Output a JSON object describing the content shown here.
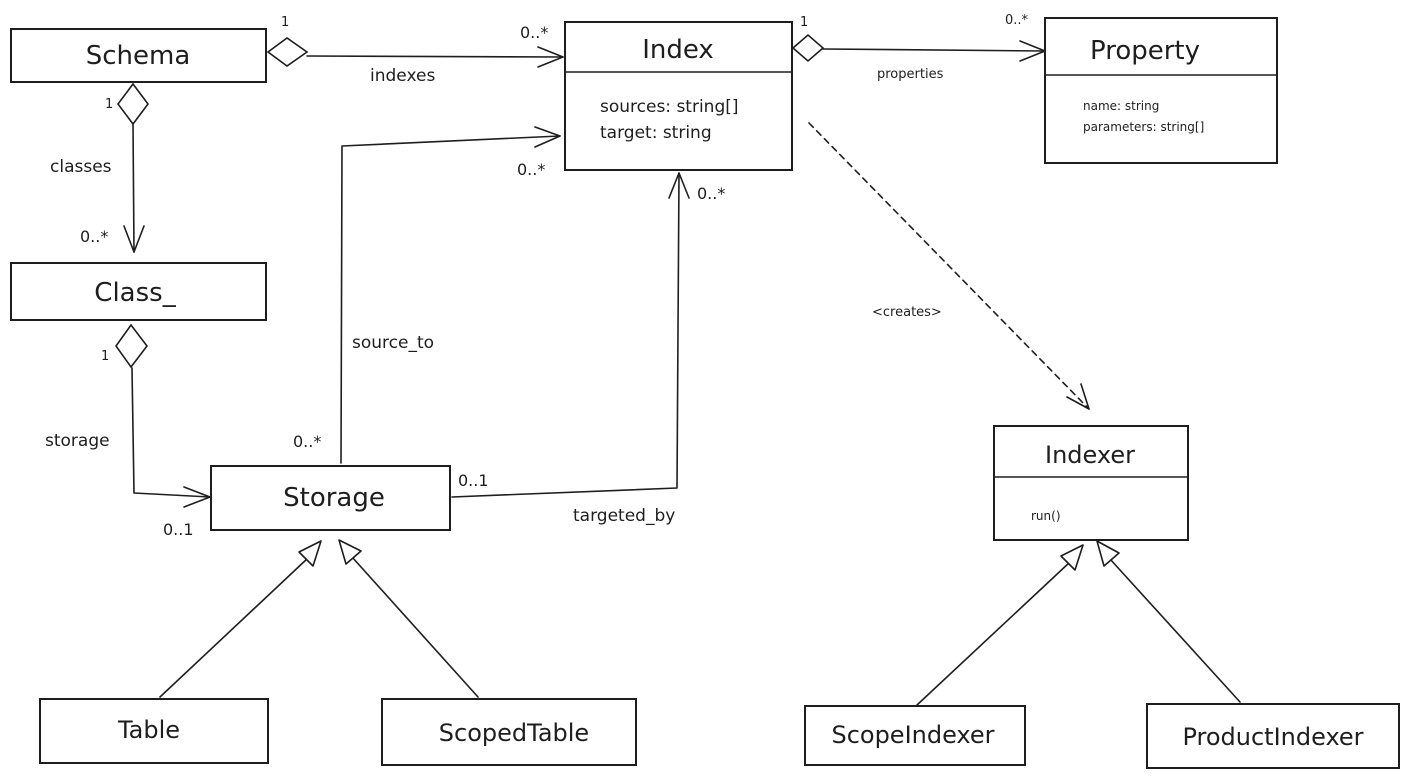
{
  "classes": {
    "schema": {
      "name": "Schema"
    },
    "index": {
      "name": "Index",
      "attributes": [
        "sources: string[]",
        "target: string"
      ]
    },
    "property": {
      "name": "Property",
      "attributes": [
        "name: string",
        "parameters: string[]"
      ]
    },
    "class_": {
      "name": "Class_"
    },
    "storage": {
      "name": "Storage"
    },
    "indexer": {
      "name": "Indexer",
      "methods": [
        "run()"
      ]
    },
    "table": {
      "name": "Table"
    },
    "scoped_table": {
      "name": "ScopedTable"
    },
    "scope_indexer": {
      "name": "ScopeIndexer"
    },
    "product_indexer": {
      "name": "ProductIndexer"
    }
  },
  "relations": {
    "schema_indexes": {
      "label": "indexes",
      "source_mult": "1",
      "target_mult": "0..*"
    },
    "index_properties": {
      "label": "properties",
      "source_mult": "1",
      "target_mult": "0..*"
    },
    "schema_classes": {
      "label": "classes",
      "source_mult": "1",
      "target_mult": "0..*"
    },
    "class_storage": {
      "label": "storage",
      "source_mult": "1",
      "target_mult": "0..1"
    },
    "storage_source_to": {
      "label": "source_to",
      "source_mult": "0..*",
      "target_mult": "0..*"
    },
    "storage_targeted_by": {
      "label": "targeted_by",
      "source_mult": "0..1",
      "target_mult": "0..*"
    },
    "index_creates_indexer": {
      "label": "<creates>"
    }
  }
}
